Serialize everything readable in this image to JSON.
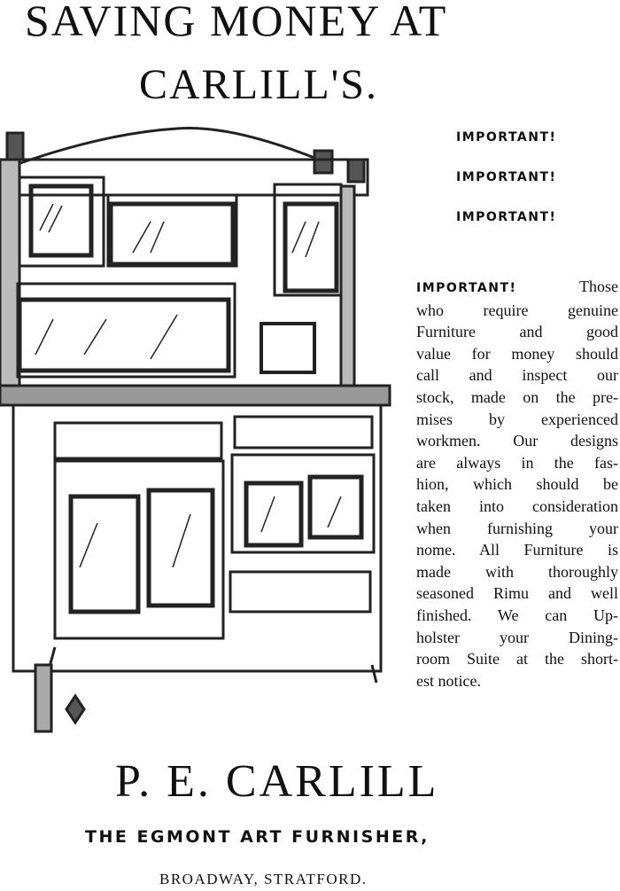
{
  "headline": {
    "line1": "SAVING MONEY AT",
    "line2": "CARLILL'S."
  },
  "important": [
    "IMPORTANT!",
    "IMPORTANT!",
    "IMPORTANT!"
  ],
  "body": {
    "lead": "IMPORTANT!",
    "lines": [
      "Those",
      "who require genuine",
      "Furniture and good",
      "value for money should",
      "call and inspect our",
      "stock, made on the pre-",
      "mises by experienced",
      "workmen. Our designs",
      "are always in the fas-",
      "hion, which should be",
      "taken into consideration",
      "when furnishing your",
      "nome. All Furniture is",
      "made with thoroughly",
      "seasoned Rimu and well",
      "finished. We can Up-",
      "holster your Dining-",
      "room Suite at the short-",
      "est notice."
    ]
  },
  "footer": {
    "name": "P. E. CARLILL",
    "tagline": "THE EGMONT ART FURNISHER,",
    "address": "BROADWAY, STRATFORD."
  },
  "illustration": {
    "icon": "sideboard-illustration"
  }
}
